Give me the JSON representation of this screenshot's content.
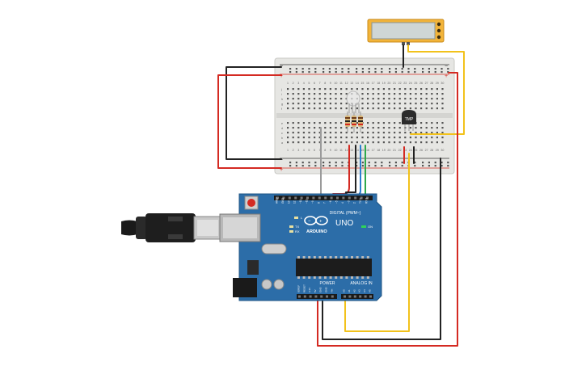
{
  "lcd": {
    "text": ""
  },
  "sensor": {
    "label": "TMP"
  },
  "breadcircuit": {
    "col_numbers": [
      "1",
      "2",
      "3",
      "4",
      "5",
      "6",
      "7",
      "8",
      "9",
      "10",
      "11",
      "12",
      "13",
      "14",
      "15",
      "16",
      "17",
      "18",
      "19",
      "20",
      "21",
      "22",
      "23",
      "24",
      "25",
      "26",
      "27",
      "28",
      "29",
      "30"
    ],
    "row_letters_top": [
      "j",
      "i",
      "h",
      "g",
      "f"
    ],
    "row_letters_bottom": [
      "e",
      "d",
      "c",
      "b",
      "a"
    ]
  },
  "arduino": {
    "brand": "ARDUINO",
    "model": "UNO",
    "digital_label": "DIGITAL (PWM~)",
    "power_label": "POWER",
    "analog_label": "ANALOG IN",
    "on_label": "ON",
    "tx_label": "TX",
    "rx_label": "RX",
    "l_label": "L",
    "digital_pins": [
      "AREF",
      "GND",
      "13",
      "12",
      "~11",
      "~10",
      "~9",
      "8",
      "7",
      "~6",
      "~5",
      "4",
      "~3",
      "2",
      "TX 1",
      "RX 0"
    ],
    "power_pins": [
      "IOREF",
      "RESET",
      "3.3V",
      "5V",
      "GND",
      "GND",
      "Vin"
    ],
    "analog_pins": [
      "A0",
      "A1",
      "A2",
      "A3",
      "A4",
      "A5"
    ]
  },
  "colors": {
    "board": "#2c6da8",
    "breadboard": "#e9e9e6",
    "wire_red": "#d42a22",
    "wire_black": "#222222",
    "wire_yellow": "#f2c21b",
    "wire_green": "#2fa84a",
    "wire_blue": "#2a7fd0",
    "wire_gray": "#9a9a9a"
  }
}
